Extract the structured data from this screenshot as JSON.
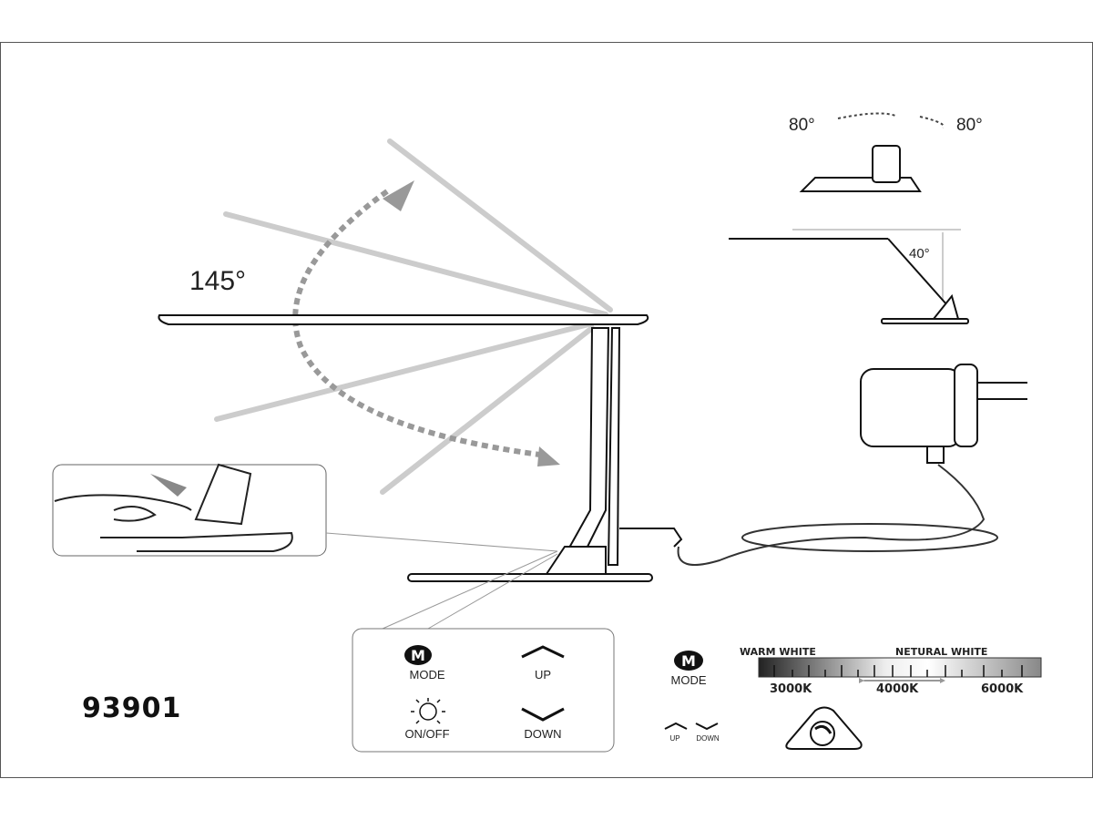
{
  "angles": {
    "tilt": "145°",
    "rotate_left": "80°",
    "rotate_right": "80°",
    "arm": "40°"
  },
  "model_number": "93901",
  "control_panel": {
    "mode_icon": "M",
    "mode": "MODE",
    "up": "UP",
    "on_off": "ON/OFF",
    "down": "DOWN"
  },
  "legend": {
    "mode_icon": "M",
    "mode": "MODE",
    "up": "UP",
    "down": "DOWN",
    "warm_white": "WARM WHITE",
    "neutral_white": "NETURAL WHITE",
    "k3000": "3000K",
    "k4000": "4000K",
    "k6000": "6000K"
  },
  "icons": [
    "sun-icon",
    "chevron-up-icon",
    "chevron-down-icon",
    "mode-icon",
    "dial-icon",
    "power-adapter-icon"
  ]
}
